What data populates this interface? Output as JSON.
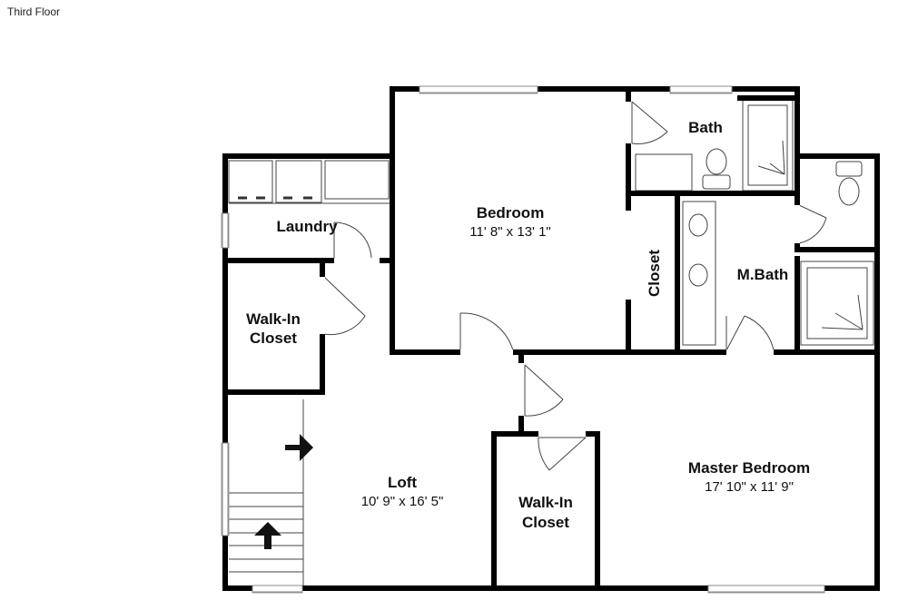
{
  "floor_title": "Third Floor",
  "rooms": {
    "bedroom": {
      "name": "Bedroom",
      "dims": "11' 8\" x 13' 1\""
    },
    "bath": {
      "name": "Bath"
    },
    "laundry": {
      "name": "Laundry"
    },
    "closet": {
      "name": "Closet"
    },
    "mbath": {
      "name": "M.Bath"
    },
    "walkin1": {
      "line1": "Walk-In",
      "line2": "Closet"
    },
    "walkin2": {
      "line1": "Walk-In",
      "line2": "Closet"
    },
    "loft": {
      "name": "Loft",
      "dims": "10' 9\" x 16' 5\""
    },
    "master": {
      "name": "Master Bedroom",
      "dims": "17' 10\" x 11' 9\""
    }
  }
}
